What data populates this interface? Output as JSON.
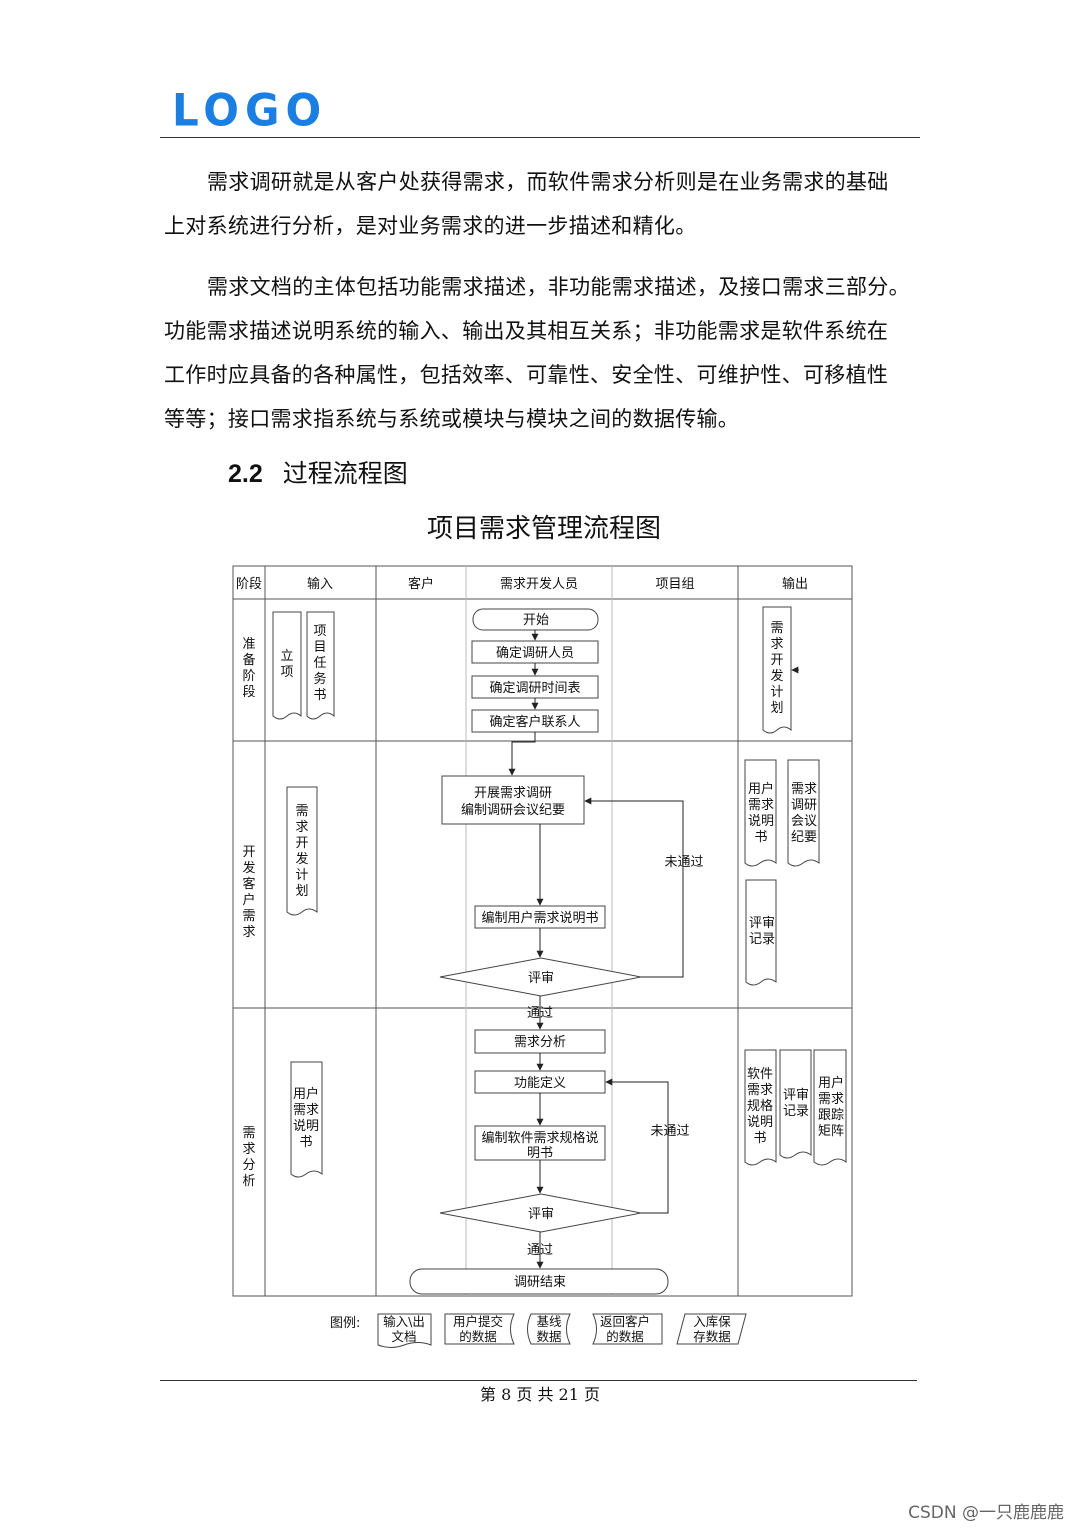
{
  "header": {
    "logo": "LOGO"
  },
  "paragraphs": [
    {
      "first": "需求调研就是从客户处获得需求，而软件需求分析则是在业务需求的基础",
      "rest": "上对系统进行分析，是对业务需求的进一步描述和精化。"
    },
    {
      "first": "需求文档的主体包括功能需求描述，非功能需求描述，及接口需求三部分。",
      "lines": [
        "功能需求描述说明系统的输入、输出及其相互关系；非功能需求是软件系统在",
        "工作时应具备的各种属性，包括效率、可靠性、安全性、可维护性、可移植性",
        "等等；接口需求指系统与系统或模块与模块之间的数据传输。"
      ]
    }
  ],
  "section": {
    "number": "2.2",
    "title": "过程流程图"
  },
  "flowchart": {
    "title": "项目需求管理流程图",
    "columns": [
      "阶段",
      "输入",
      "客户",
      "需求开发人员",
      "项目组",
      "输出"
    ],
    "stages": [
      "准备阶段",
      "开发客户需求",
      "需求分析"
    ],
    "steps": {
      "start": "开始",
      "s1": "确定调研人员",
      "s2": "确定调研时间表",
      "s3": "确定客户联系人",
      "s4a": "开展需求调研",
      "s4b": "编制调研会议纪要",
      "s5": "编制用户需求说明书",
      "review1": "评审",
      "pass1": "通过",
      "fail1": "未通过",
      "s6": "需求分析",
      "s7": "功能定义",
      "s8a": "编制软件需求规格说",
      "s8b": "明书",
      "review2": "评审",
      "pass2": "通过",
      "fail2": "未通过",
      "end": "调研结束"
    },
    "inputs": {
      "stage1": [
        "立项",
        "项目任务书"
      ],
      "stage2": [
        "需求开发计划"
      ],
      "stage3": [
        "用户需求说明书"
      ]
    },
    "outputs": {
      "stage1": [
        "需求开发计划"
      ],
      "stage2": [
        "用户需求说明书",
        "需求调研会议纪要",
        "评审记录"
      ],
      "stage3": [
        "软件需求规格说明书",
        "评审记录",
        "用户需求跟踪矩阵"
      ]
    },
    "legend": {
      "label": "图例:",
      "items": [
        [
          "输入\\出",
          "文档"
        ],
        [
          "用户提交",
          "的数据"
        ],
        [
          "基线",
          "数据"
        ],
        [
          "返回客户",
          "的数据"
        ],
        [
          "入库保",
          "存数据"
        ]
      ]
    }
  },
  "footer": {
    "text": "第 8 页 共 21 页"
  },
  "watermark": "CSDN @一只鹿鹿鹿"
}
